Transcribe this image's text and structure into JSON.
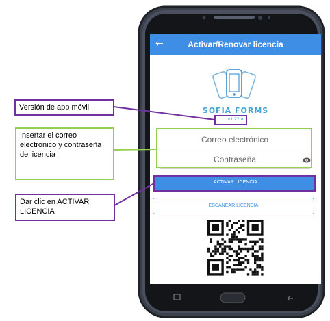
{
  "app": {
    "title": "Activar/Renovar licencia",
    "back_icon": "arrow-left-icon",
    "brand": "SOFIA FORMS",
    "version": "v1.22.0",
    "email_placeholder": "Correo electrónico",
    "password_placeholder": "Contraseña",
    "eye_icon": "eye-icon",
    "activate_button": "ACTIVAR LICENCIA",
    "scan_button": "ESCANEAR LICENCIA",
    "qr_icon": "qr-code",
    "accent": "#3f8ee6",
    "brand_color": "#41a6d8"
  },
  "callouts": {
    "version": "Versión de app móvil",
    "credentials": "Insertar el correo electrónico y contraseña de licencia",
    "activate": "Dar clic en ACTIVAR LICENCIA",
    "purple": "#7030a0",
    "green": "#92d050"
  }
}
